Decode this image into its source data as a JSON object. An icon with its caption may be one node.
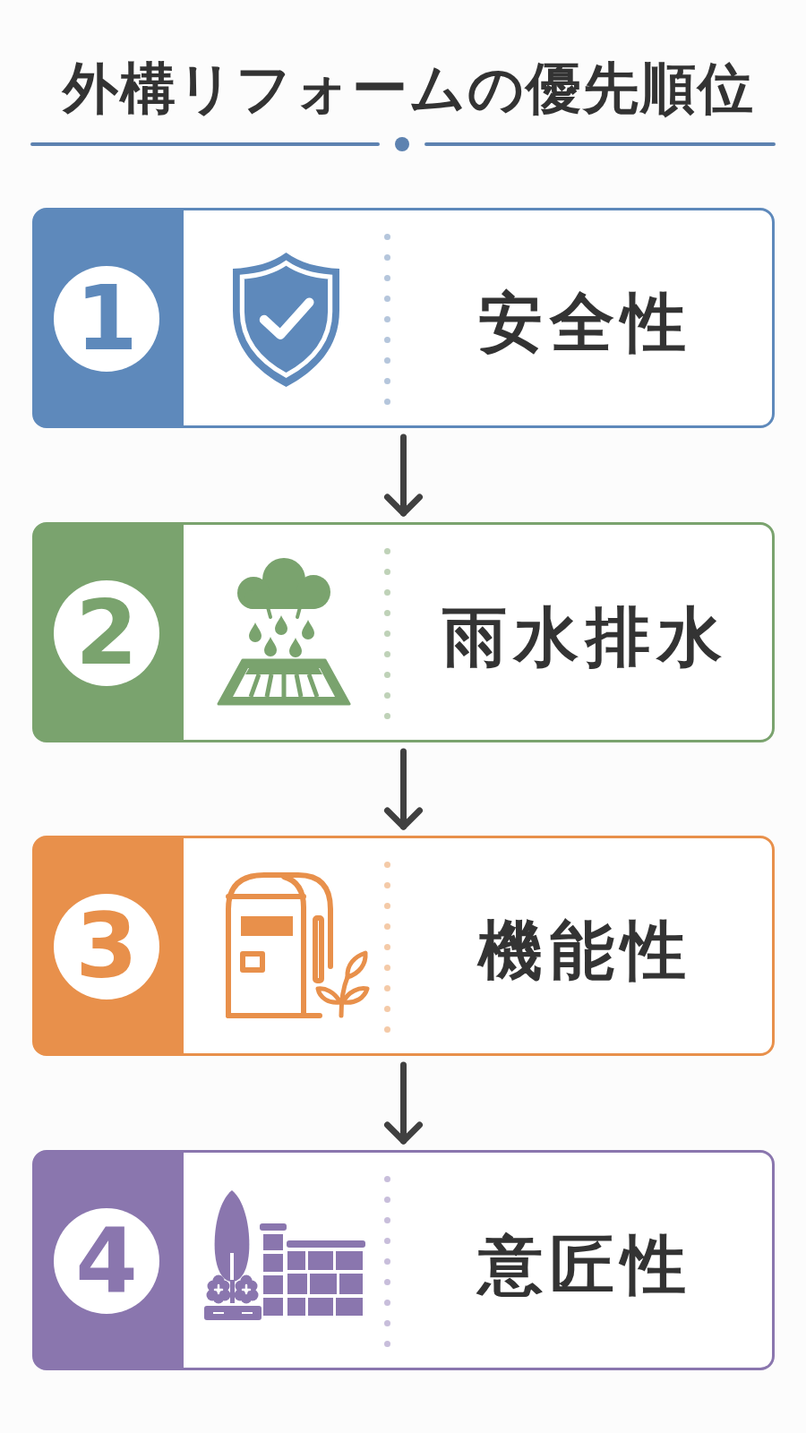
{
  "diagram": {
    "title": "外構リフォームの優先順位",
    "nodes": [
      {
        "text": [
          "安全性"
        ]
      },
      {
        "text": [
          "1"
        ],
        "in": 0
      },
      {
        "text": [
          "雨水排水"
        ]
      },
      {
        "text": [
          "2"
        ],
        "in": 2
      },
      {
        "text": [
          "機能性"
        ]
      },
      {
        "text": [
          "3"
        ],
        "in": 4
      },
      {
        "text": [
          "意匠性"
        ]
      },
      {
        "text": [
          "4"
        ],
        "in": 6
      }
    ],
    "edges": [
      {
        "from": 0,
        "to": 2,
        "arrow": "to"
      },
      {
        "from": 2,
        "to": 4,
        "arrow": "to"
      },
      {
        "from": 4,
        "to": 6,
        "arrow": "to"
      }
    ]
  }
}
